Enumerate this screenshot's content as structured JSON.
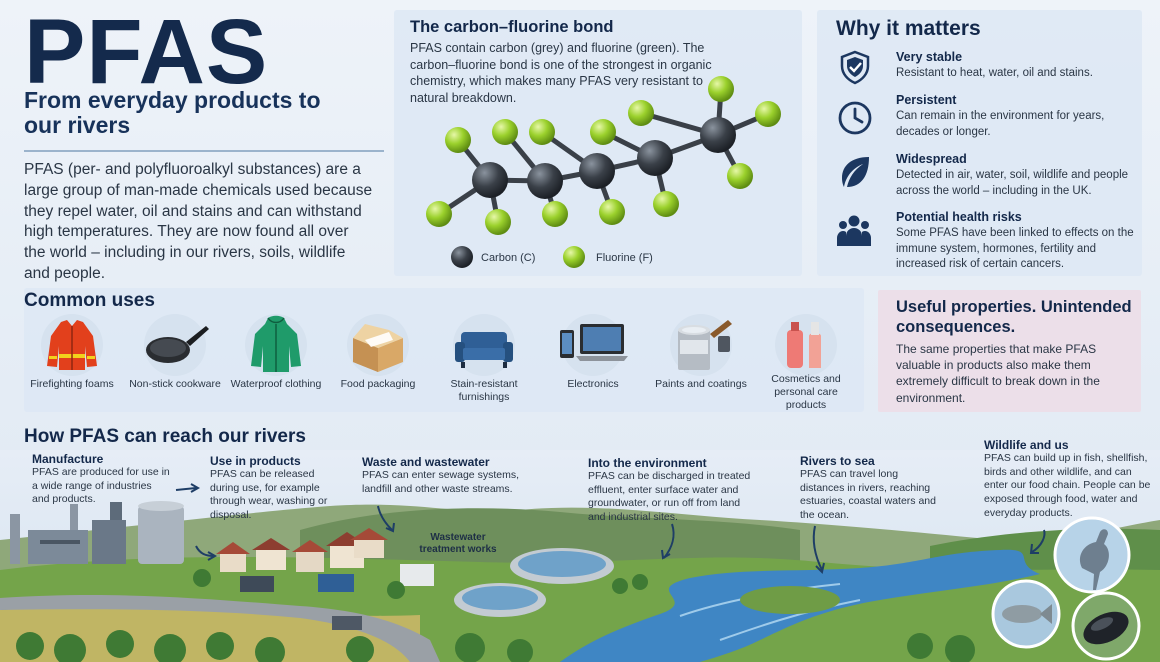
{
  "header": {
    "title": "PFAS",
    "subtitle": "From everyday products to our rivers",
    "intro": "PFAS (per- and polyfluoroalkyl substances) are a large group of man-made chemicals used because they repel water, oil and stains and can withstand high temperatures. They are now found all over the world – including in our rivers, soils, wildlife and people."
  },
  "bond": {
    "title": "The carbon–fluorine bond",
    "body": "PFAS contain carbon (grey) and fluorine (green). The carbon–fluorine bond is one of the strongest in organic chemistry, which makes many PFAS very resistant to natural breakdown.",
    "legend_carbon": "Carbon (C)",
    "legend_fluorine": "Fluorine (F)"
  },
  "why": {
    "title": "Why it matters",
    "items": [
      {
        "icon": "shield-icon",
        "head": "Very stable",
        "text": "Resistant to heat, water, oil and stains."
      },
      {
        "icon": "clock-icon",
        "head": "Persistent",
        "text": "Can remain in the environment for years, decades or longer."
      },
      {
        "icon": "leaf-icon",
        "head": "Widespread",
        "text": "Detected in air, water, soil, wildlife and people across the world – including in the UK."
      },
      {
        "icon": "people-icon",
        "head": "Potential health risks",
        "text": "Some PFAS have been linked to effects on the immune system, hormones, fertility and increased risk of certain cancers."
      }
    ]
  },
  "uses": {
    "title": "Common uses",
    "items": [
      {
        "icon": "jacket-icon",
        "label": "Firefighting foams"
      },
      {
        "icon": "pan-icon",
        "label": "Non-stick cookware"
      },
      {
        "icon": "raincoat-icon",
        "label": "Waterproof clothing"
      },
      {
        "icon": "box-icon",
        "label": "Food packaging"
      },
      {
        "icon": "sofa-icon",
        "label": "Stain-resistant furnishings"
      },
      {
        "icon": "laptop-icon",
        "label": "Electronics"
      },
      {
        "icon": "paint-can-icon",
        "label": "Paints and coatings"
      },
      {
        "icon": "cosmetics-icon",
        "label": "Cosmetics and personal care products"
      }
    ]
  },
  "props": {
    "title": "Useful properties. Unintended consequences.",
    "body": "The same properties that make PFAS valuable in products also make them extremely difficult to break down in the environment."
  },
  "reach": {
    "title": "How PFAS can reach our rivers",
    "wastewater_label": "Wastewater treatment works",
    "stages": [
      {
        "head": "Manufacture",
        "text": "PFAS are produced for use in a wide range of industries and products."
      },
      {
        "head": "Use in products",
        "text": "PFAS can be released during use, for example through wear, washing or disposal."
      },
      {
        "head": "Waste and wastewater",
        "text": "PFAS can enter sewage systems, landfill and other waste streams."
      },
      {
        "head": "Into the environment",
        "text": "PFAS can be discharged in treated effluent, enter surface water and groundwater, or run off from land and industrial sites."
      },
      {
        "head": "Rivers to sea",
        "text": "PFAS can travel long distances in rivers, reaching estuaries, coastal waters and the ocean."
      },
      {
        "head": "Wildlife and us",
        "text": "PFAS can build up in fish, shellfish, birds and other wildlife, and can enter our food chain. People can be exposed through food, water and everyday products."
      }
    ]
  },
  "colors": {
    "navy": "#13284a",
    "carbon": "#2f353d",
    "fluorine": "#9bd12c",
    "river": "#3f86c4",
    "grass": "#6fa84a"
  }
}
